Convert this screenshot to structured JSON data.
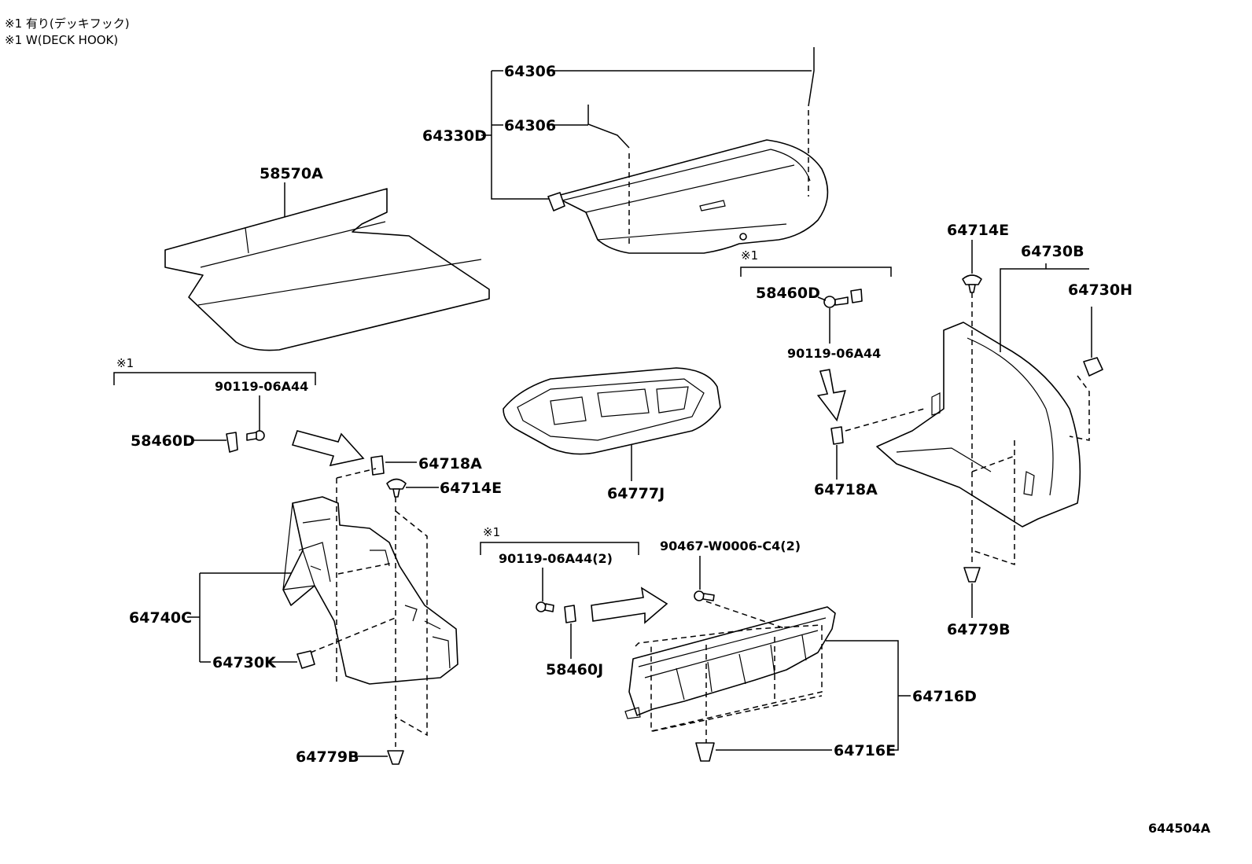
{
  "notes": [
    "※1 有り(デッキフック)",
    "※1 W(DECK HOOK)"
  ],
  "group_mark": "※1",
  "labels": {
    "p64306_a": "64306",
    "p64306_b": "64306",
    "p64330D": "64330D",
    "p58570A": "58570A",
    "p64714E_right": "64714E",
    "p64730B": "64730B",
    "p64730H": "64730H",
    "p58460D_right": "58460D",
    "p90119_right": "90119-06A44",
    "p64718A_right": "64718A",
    "p64779B_right": "64779B",
    "p90119_left": "90119-06A44",
    "p58460D_left": "58460D",
    "p64718A_left": "64718A",
    "p64714E_left": "64714E",
    "p64777J": "64777J",
    "p64740C": "64740C",
    "p64730K": "64730K",
    "p64779B_left": "64779B",
    "p90119_center": "90119-06A44(2)",
    "p90467": "90467-W0006-C4(2)",
    "p58460J": "58460J",
    "p64716D": "64716D",
    "p64716E": "64716E"
  },
  "illustration_id": "644504A"
}
